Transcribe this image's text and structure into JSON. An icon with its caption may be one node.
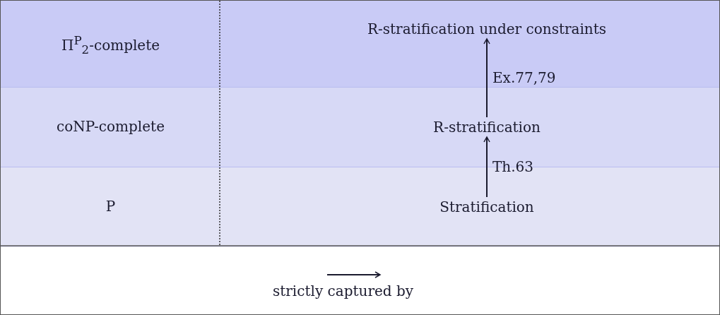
{
  "diagram": {
    "nodes": [
      {
        "text": [
          "Π$^{P}$$_{2}$-complete"
        ]
      },
      {
        "text": [
          "R-stratification under constraints"
        ],
        "in": 0
      },
      {
        "text": [
          "coNP-complete"
        ]
      },
      {
        "text": [
          "R-stratification"
        ],
        "in": 2
      },
      {
        "text": [
          "P"
        ]
      },
      {
        "text": [
          "Stratification"
        ],
        "in": 4
      }
    ],
    "edges": [
      {
        "from": 5,
        "to": 3,
        "arrow": "to",
        "label": "Th.63"
      },
      {
        "from": 3,
        "to": 1,
        "arrow": "to",
        "label": "Ex.77,79"
      }
    ],
    "legend": [
      {
        "text": "strictly captured by"
      }
    ]
  }
}
